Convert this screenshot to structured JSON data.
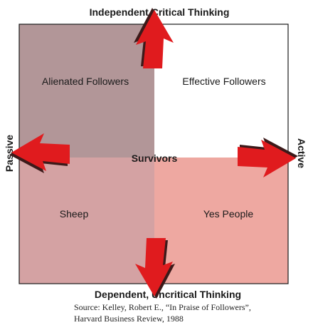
{
  "axes": {
    "top": "Independent Critical Thinking",
    "bottom": "Dependent, Uncritical Thinking",
    "left": "Passive",
    "right": "Active"
  },
  "quadrants": {
    "top_left": "Alienated Followers",
    "top_right": "Effective Followers",
    "bottom_left": "Sheep",
    "bottom_right": "Yes People",
    "center": "Survivors"
  },
  "source": {
    "line1": "Source: Kelley, Robert E., “In Praise of Followers”,",
    "line2": "Harvard Business Review, 1988"
  },
  "colors": {
    "alienated": "#b29698",
    "effective": "#ffffff",
    "sheep": "#d4a2a3",
    "yes_people": "#eea8a1",
    "arrow_fill": "#e01b1e",
    "arrow_shadow": "#3c1a1a",
    "border": "#1a1a1a"
  }
}
